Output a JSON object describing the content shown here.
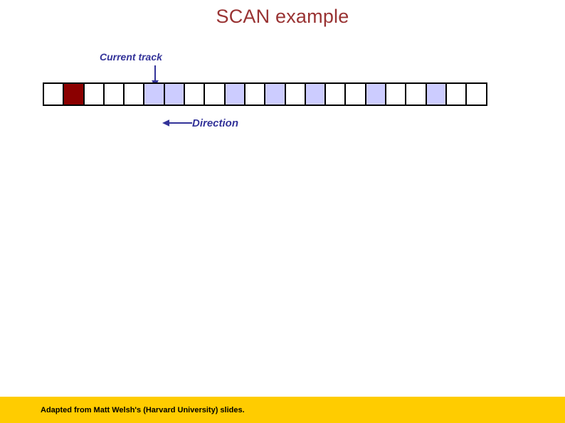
{
  "slide": {
    "title": "SCAN example",
    "title_color": "#993333",
    "background": "#ffffff"
  },
  "annotations": {
    "current_track_label": "Current track",
    "current_track_arrow_icon": "arrow-down-icon",
    "direction_label": "Direction",
    "direction_arrow_icon": "arrow-left-icon",
    "annotation_color": "#333399"
  },
  "track": {
    "total_cells": 22,
    "head_index": 2,
    "head_color": "#8b0000",
    "request_color": "#ccccff",
    "empty_color": "#ffffff",
    "border_color": "#000000",
    "current_track_index": 6,
    "cells": [
      {
        "index": 1,
        "state": "empty"
      },
      {
        "index": 2,
        "state": "head"
      },
      {
        "index": 3,
        "state": "empty"
      },
      {
        "index": 4,
        "state": "empty"
      },
      {
        "index": 5,
        "state": "empty"
      },
      {
        "index": 6,
        "state": "request"
      },
      {
        "index": 7,
        "state": "request"
      },
      {
        "index": 8,
        "state": "empty"
      },
      {
        "index": 9,
        "state": "empty"
      },
      {
        "index": 10,
        "state": "request"
      },
      {
        "index": 11,
        "state": "empty"
      },
      {
        "index": 12,
        "state": "request"
      },
      {
        "index": 13,
        "state": "empty"
      },
      {
        "index": 14,
        "state": "request"
      },
      {
        "index": 15,
        "state": "empty"
      },
      {
        "index": 16,
        "state": "empty"
      },
      {
        "index": 17,
        "state": "request"
      },
      {
        "index": 18,
        "state": "empty"
      },
      {
        "index": 19,
        "state": "empty"
      },
      {
        "index": 20,
        "state": "request"
      },
      {
        "index": 21,
        "state": "empty"
      },
      {
        "index": 22,
        "state": "empty"
      }
    ]
  },
  "footer": {
    "text": "Adapted from Matt Welsh's (Harvard University) slides.",
    "bar_color": "#ffcc00",
    "text_color": "#000000"
  }
}
